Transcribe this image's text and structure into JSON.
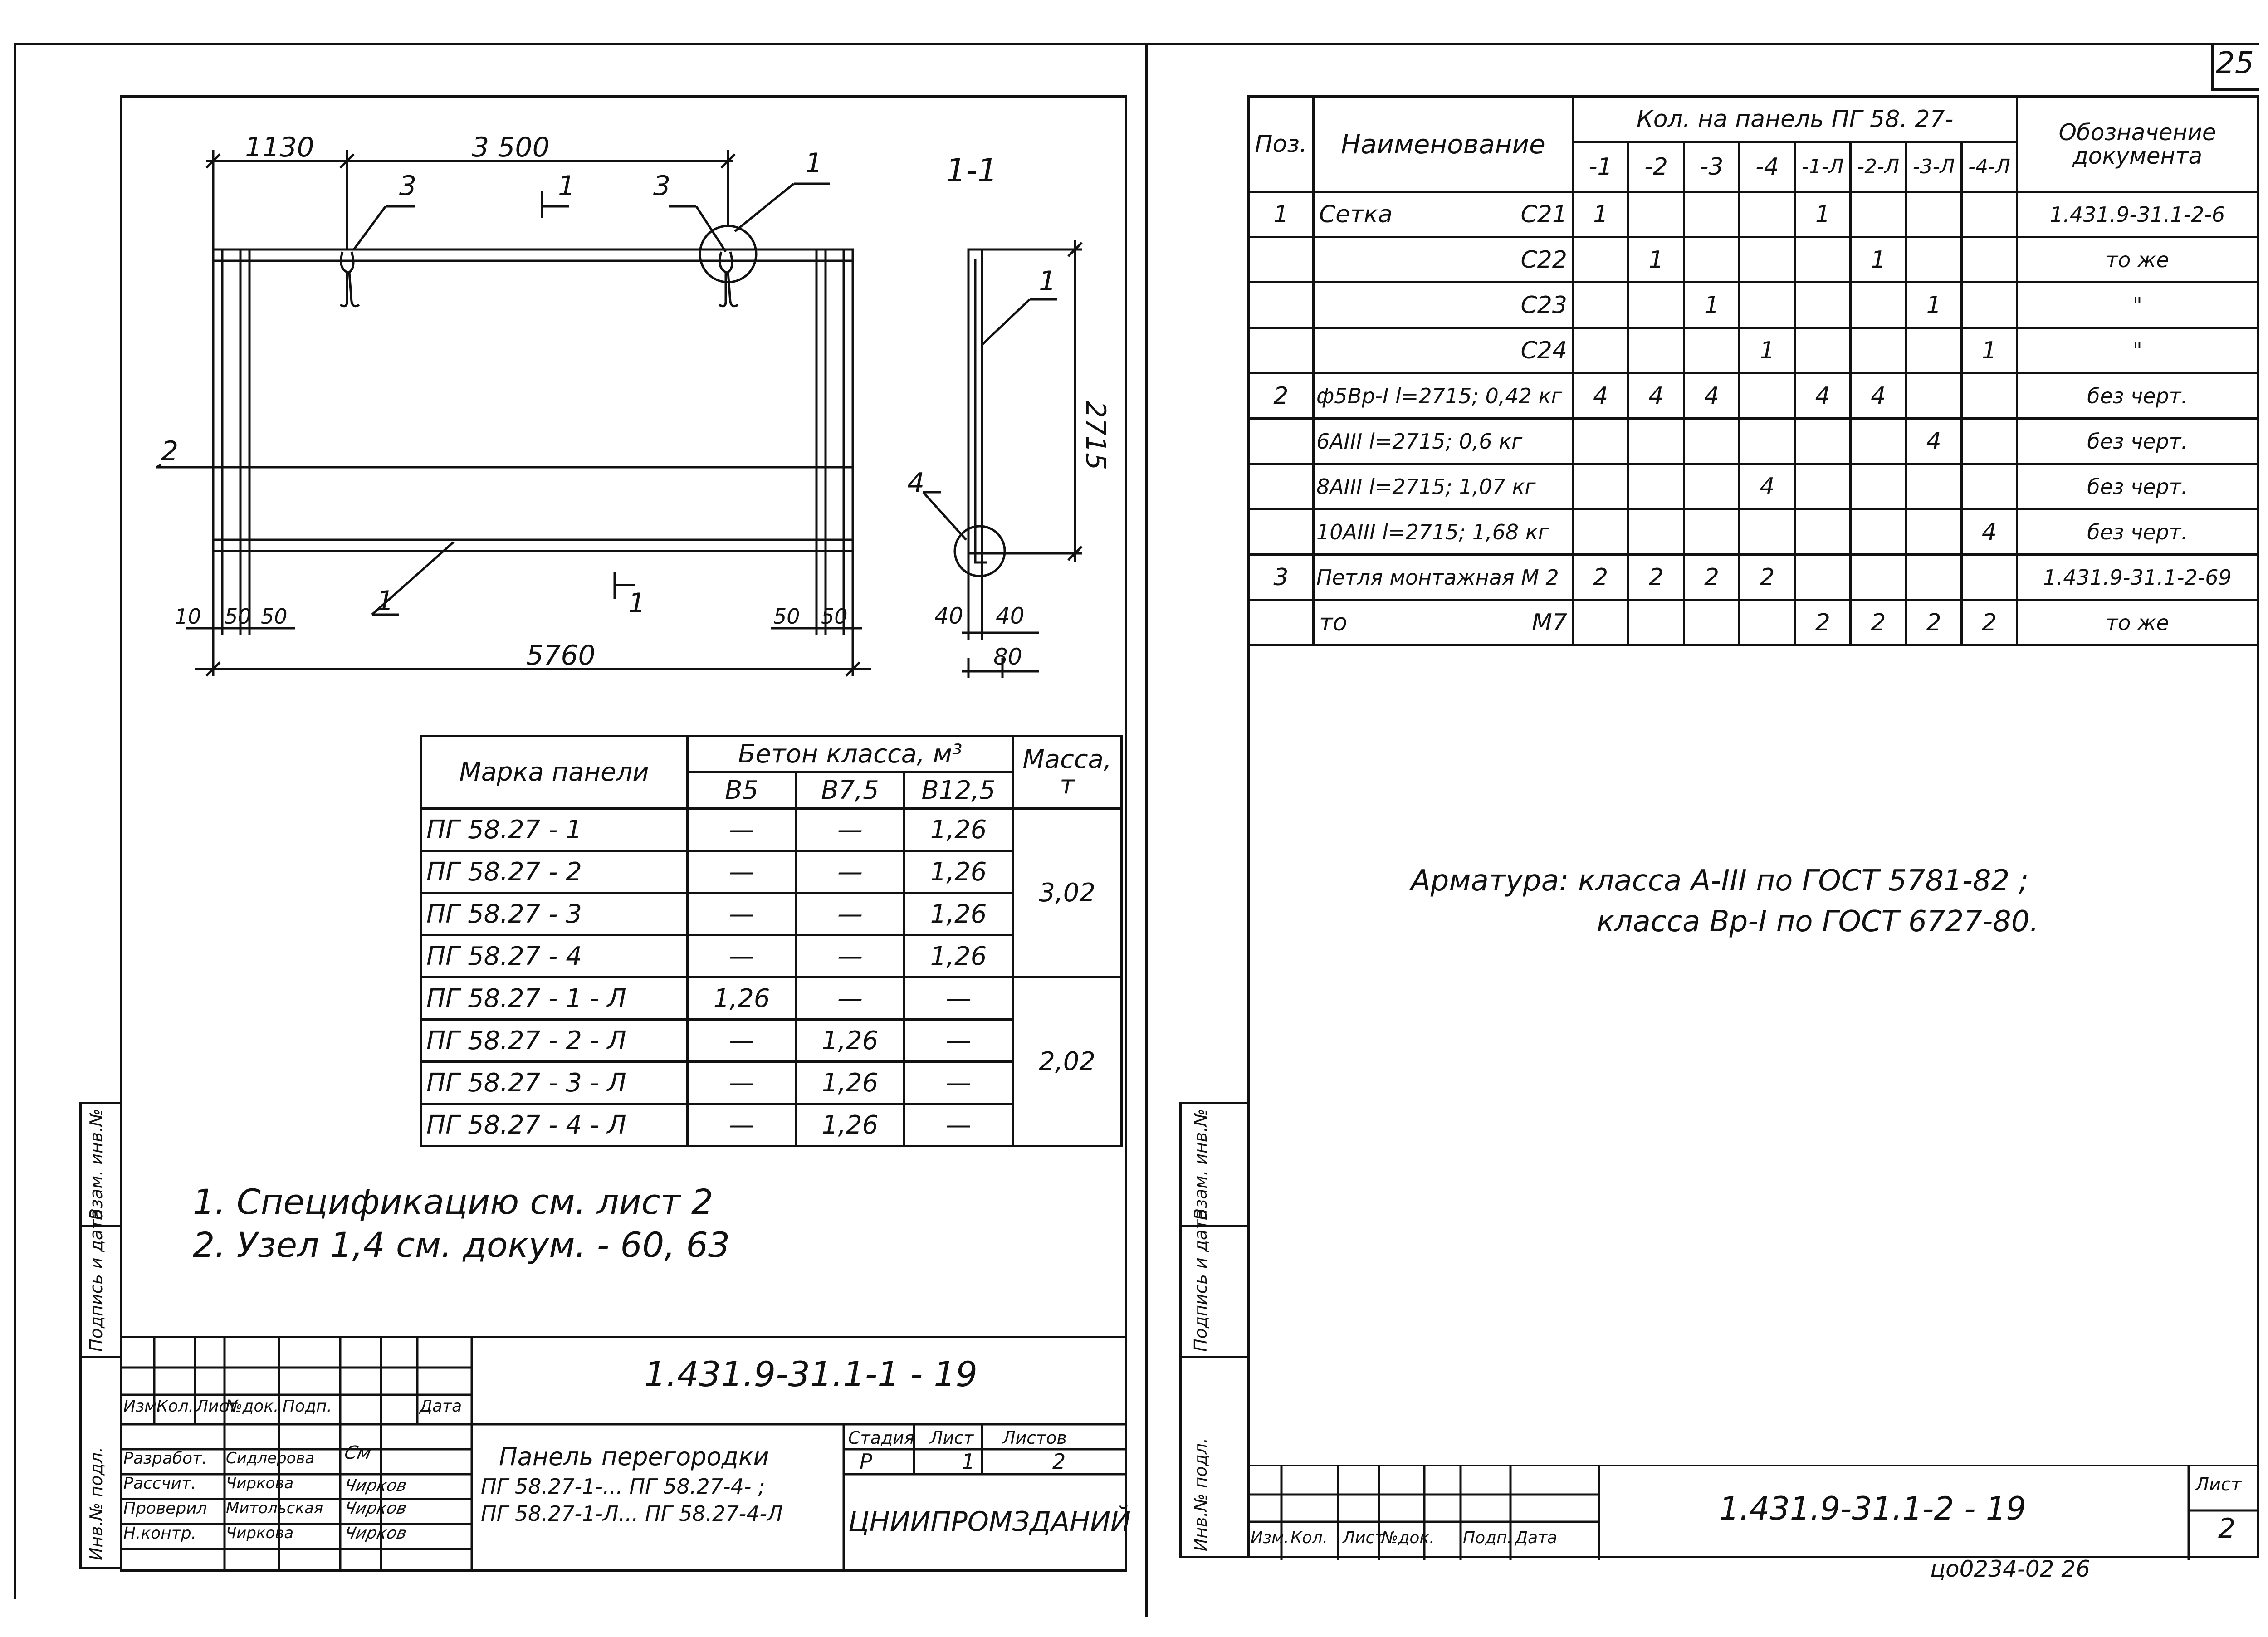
{
  "page_number": "25",
  "stamp_bottom": "цо0234-02 26",
  "left_sheet": {
    "drawing": {
      "dim_left": "1130",
      "dim_top": "3 500",
      "dim_bottom": "5760",
      "dim_height": "2715",
      "dim_10": "10",
      "dim_50": "50",
      "dim_40": "40",
      "dim_80": "80",
      "callout_1": "1",
      "callout_2": "2",
      "callout_3": "3",
      "callout_4": "4",
      "section_marker": "1",
      "section_view_label": "1-1"
    },
    "panel_table": {
      "col_mark": "Марка панели",
      "col_concrete": "Бетон класса, м³",
      "col_mass": "Масса, т",
      "classes": [
        "В5",
        "В7,5",
        "В12,5"
      ],
      "rows": [
        {
          "mark": "ПГ 58.27 - 1",
          "b5": "—",
          "b75": "—",
          "b125": "1,26"
        },
        {
          "mark": "ПГ 58.27 - 2",
          "b5": "—",
          "b75": "—",
          "b125": "1,26"
        },
        {
          "mark": "ПГ 58.27 - 3",
          "b5": "—",
          "b75": "—",
          "b125": "1,26"
        },
        {
          "mark": "ПГ 58.27 - 4",
          "b5": "—",
          "b75": "—",
          "b125": "1,26"
        },
        {
          "mark": "ПГ 58.27 - 1 - Л",
          "b5": "1,26",
          "b75": "—",
          "b125": "—"
        },
        {
          "mark": "ПГ 58.27 - 2 - Л",
          "b5": "—",
          "b75": "1,26",
          "b125": "—"
        },
        {
          "mark": "ПГ 58.27 - 3 - Л",
          "b5": "—",
          "b75": "1,26",
          "b125": "—"
        },
        {
          "mark": "ПГ 58.27 - 4 - Л",
          "b5": "—",
          "b75": "1,26",
          "b125": "—"
        }
      ],
      "mass_group_1": "3,02",
      "mass_group_2": "2,02"
    },
    "notes": [
      "1. Спецификацию см. лист 2",
      "2. Узел 1,4 см. докум. - 60, 63"
    ],
    "side_labels": [
      "Инв.№ подл.",
      "Подпись и дата",
      "Взам. инв.№"
    ],
    "title_block": {
      "doc_code": "1.431.9-31.1-1 - 19",
      "headers": [
        "Изм.",
        "Кол.",
        "Лист",
        "№док.",
        "Подп.",
        "Дата"
      ],
      "roles": [
        {
          "role": "Разработ.",
          "name": "Сидлерова"
        },
        {
          "role": "Рассчит.",
          "name": "Чиркова"
        },
        {
          "role": "Проверил",
          "name": "Митольская"
        },
        {
          "role": "Н.контр.",
          "name": "Чиркова"
        }
      ],
      "signatures": [
        "Cм",
        "Чирков",
        "Чирков",
        "Чирков"
      ],
      "title_lines": [
        "Панель перегородки",
        "ПГ 58.27-1-... ПГ 58.27-4- ;",
        "ПГ 58.27-1-Л... ПГ 58.27-4-Л"
      ],
      "stage_label": "Стадия",
      "sheet_label": "Лист",
      "sheets_label": "Листов",
      "stage": "Р",
      "sheet": "1",
      "sheets": "2",
      "org": "ЦНИИПРОМЗДАНИЙ"
    }
  },
  "right_sheet": {
    "spec": {
      "h_pos": "Поз.",
      "h_name": "Наименование",
      "h_qty": "Кол. на панель ПГ 58. 27-",
      "h_doc": "Обозначение документа",
      "variants": [
        "-1",
        "-2",
        "-3",
        "-4",
        "-1-Л",
        "-2-Л",
        "-3-Л",
        "-4-Л"
      ],
      "rows": [
        {
          "pos": "1",
          "name": "Сетка",
          "code": "С21",
          "q": [
            "1",
            "",
            "",
            "",
            "1",
            "",
            "",
            ""
          ],
          "doc": "1.431.9-31.1-2-6"
        },
        {
          "pos": "",
          "name": "",
          "code": "С22",
          "q": [
            "",
            "1",
            "",
            "",
            "",
            "1",
            "",
            ""
          ],
          "doc": "то же"
        },
        {
          "pos": "",
          "name": "",
          "code": "С23",
          "q": [
            "",
            "",
            "1",
            "",
            "",
            "",
            "1",
            ""
          ],
          "doc": "\""
        },
        {
          "pos": "",
          "name": "",
          "code": "С24",
          "q": [
            "",
            "",
            "",
            "1",
            "",
            "",
            "",
            "1"
          ],
          "doc": "\""
        },
        {
          "pos": "2",
          "name": "ф5Вр-I l=2715; 0,42 кг",
          "code": "",
          "q": [
            "4",
            "4",
            "4",
            "",
            "4",
            "4",
            "",
            ""
          ],
          "doc": "без черт."
        },
        {
          "pos": "",
          "name": "6АIII l=2715; 0,6 кг",
          "code": "",
          "q": [
            "",
            "",
            "",
            "",
            "",
            "",
            "4",
            ""
          ],
          "doc": "без черт."
        },
        {
          "pos": "",
          "name": "8АIII l=2715; 1,07 кг",
          "code": "",
          "q": [
            "",
            "",
            "",
            "4",
            "",
            "",
            "",
            ""
          ],
          "doc": "без черт."
        },
        {
          "pos": "",
          "name": "10АIII l=2715; 1,68 кг",
          "code": "",
          "q": [
            "",
            "",
            "",
            "",
            "",
            "",
            "",
            "4"
          ],
          "doc": "без черт."
        },
        {
          "pos": "3",
          "name": "Петля монтажная М 2",
          "code": "",
          "q": [
            "2",
            "2",
            "2",
            "2",
            "",
            "",
            "",
            ""
          ],
          "doc": "1.431.9-31.1-2-69"
        },
        {
          "pos": "",
          "name": "то",
          "code": "М7",
          "q": [
            "",
            "",
            "",
            "",
            "2",
            "2",
            "2",
            "2"
          ],
          "doc": "то же"
        }
      ]
    },
    "armatura_note": [
      "Арматура: класса А-III по ГОСТ 5781-82 ;",
      "класса Вр-I по ГОСТ 6727-80."
    ],
    "side_labels": [
      "Инв.№ подл.",
      "Подпись и дата",
      "Взам. инв.№"
    ],
    "title_block": {
      "doc_code": "1.431.9-31.1-2 - 19",
      "headers": [
        "Изм.",
        "Кол.",
        "Лист",
        "№док.",
        "Подп.",
        "Дата"
      ],
      "sheet_label": "Лист",
      "sheet": "2"
    }
  }
}
